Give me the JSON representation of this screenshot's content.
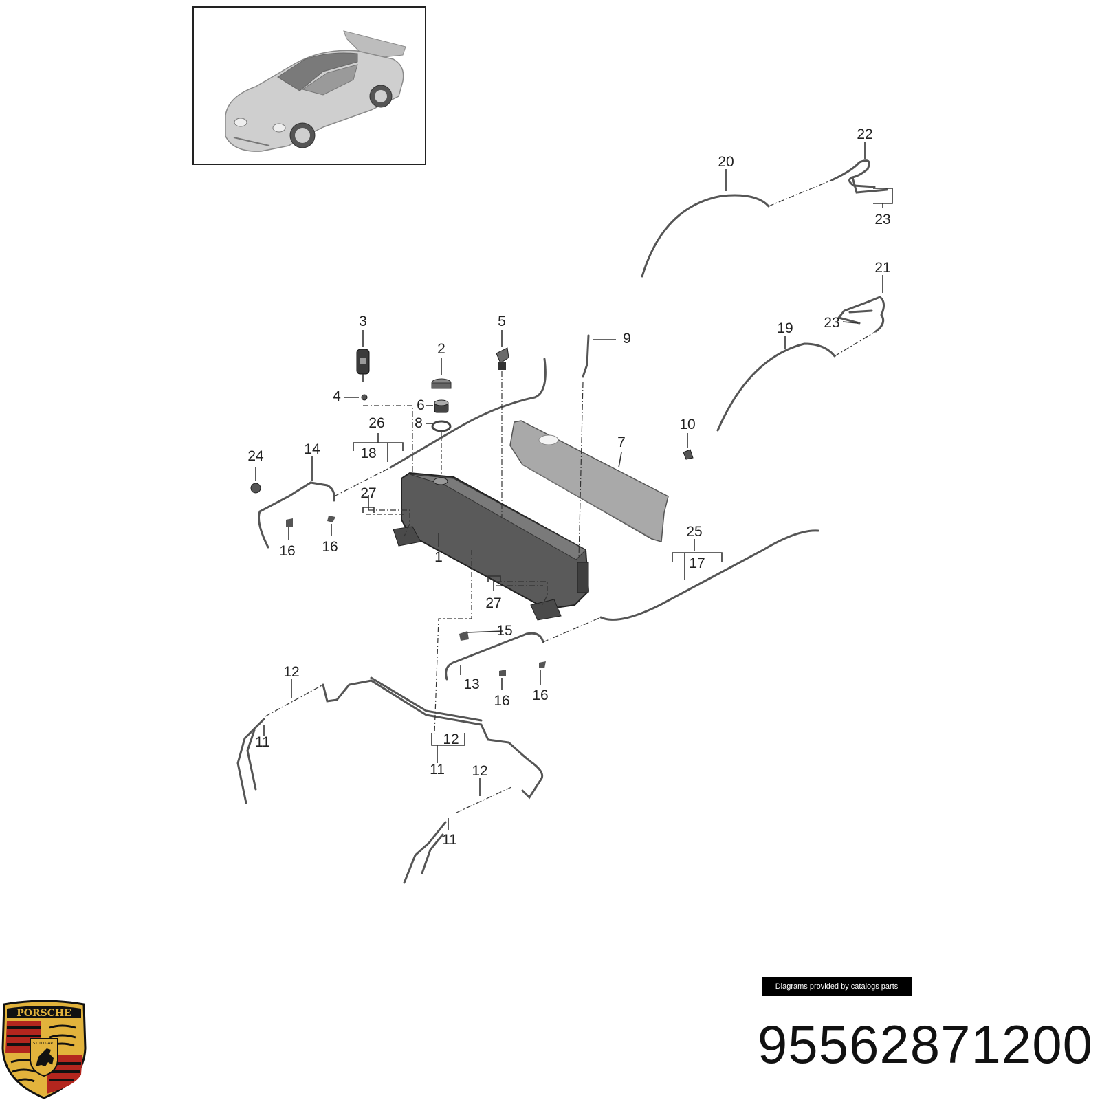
{
  "diagram": {
    "callouts": [
      {
        "id": "c1",
        "text": "1"
      },
      {
        "id": "c2",
        "text": "2"
      },
      {
        "id": "c3",
        "text": "3"
      },
      {
        "id": "c4",
        "text": "4"
      },
      {
        "id": "c5",
        "text": "5"
      },
      {
        "id": "c6",
        "text": "6"
      },
      {
        "id": "c7",
        "text": "7"
      },
      {
        "id": "c8",
        "text": "8"
      },
      {
        "id": "c9",
        "text": "9"
      },
      {
        "id": "c10",
        "text": "10"
      },
      {
        "id": "c11a",
        "text": "11"
      },
      {
        "id": "c11b",
        "text": "11"
      },
      {
        "id": "c11c",
        "text": "11"
      },
      {
        "id": "c12a",
        "text": "12"
      },
      {
        "id": "c12b",
        "text": "12"
      },
      {
        "id": "c12c",
        "text": "12"
      },
      {
        "id": "c13",
        "text": "13"
      },
      {
        "id": "c14",
        "text": "14"
      },
      {
        "id": "c15",
        "text": "15"
      },
      {
        "id": "c16a",
        "text": "16"
      },
      {
        "id": "c16b",
        "text": "16"
      },
      {
        "id": "c16c",
        "text": "16"
      },
      {
        "id": "c16d",
        "text": "16"
      },
      {
        "id": "c17",
        "text": "17"
      },
      {
        "id": "c18",
        "text": "18"
      },
      {
        "id": "c19",
        "text": "19"
      },
      {
        "id": "c20",
        "text": "20"
      },
      {
        "id": "c21",
        "text": "21"
      },
      {
        "id": "c22",
        "text": "22"
      },
      {
        "id": "c23a",
        "text": "23"
      },
      {
        "id": "c23b",
        "text": "23"
      },
      {
        "id": "c24",
        "text": "24"
      },
      {
        "id": "c25",
        "text": "25"
      },
      {
        "id": "c26",
        "text": "26"
      },
      {
        "id": "c27a",
        "text": "27"
      },
      {
        "id": "c27b",
        "text": "27"
      }
    ]
  },
  "credit": "Diagrams provided by catalogs parts",
  "part_number": "95562871200",
  "logo": {
    "icon": "porsche-crest-icon",
    "text_top": "PORSCHE",
    "text_city": "STUTTGART",
    "colors": {
      "gold": "#e2b33c",
      "red": "#b3261e",
      "black": "#111111"
    }
  }
}
